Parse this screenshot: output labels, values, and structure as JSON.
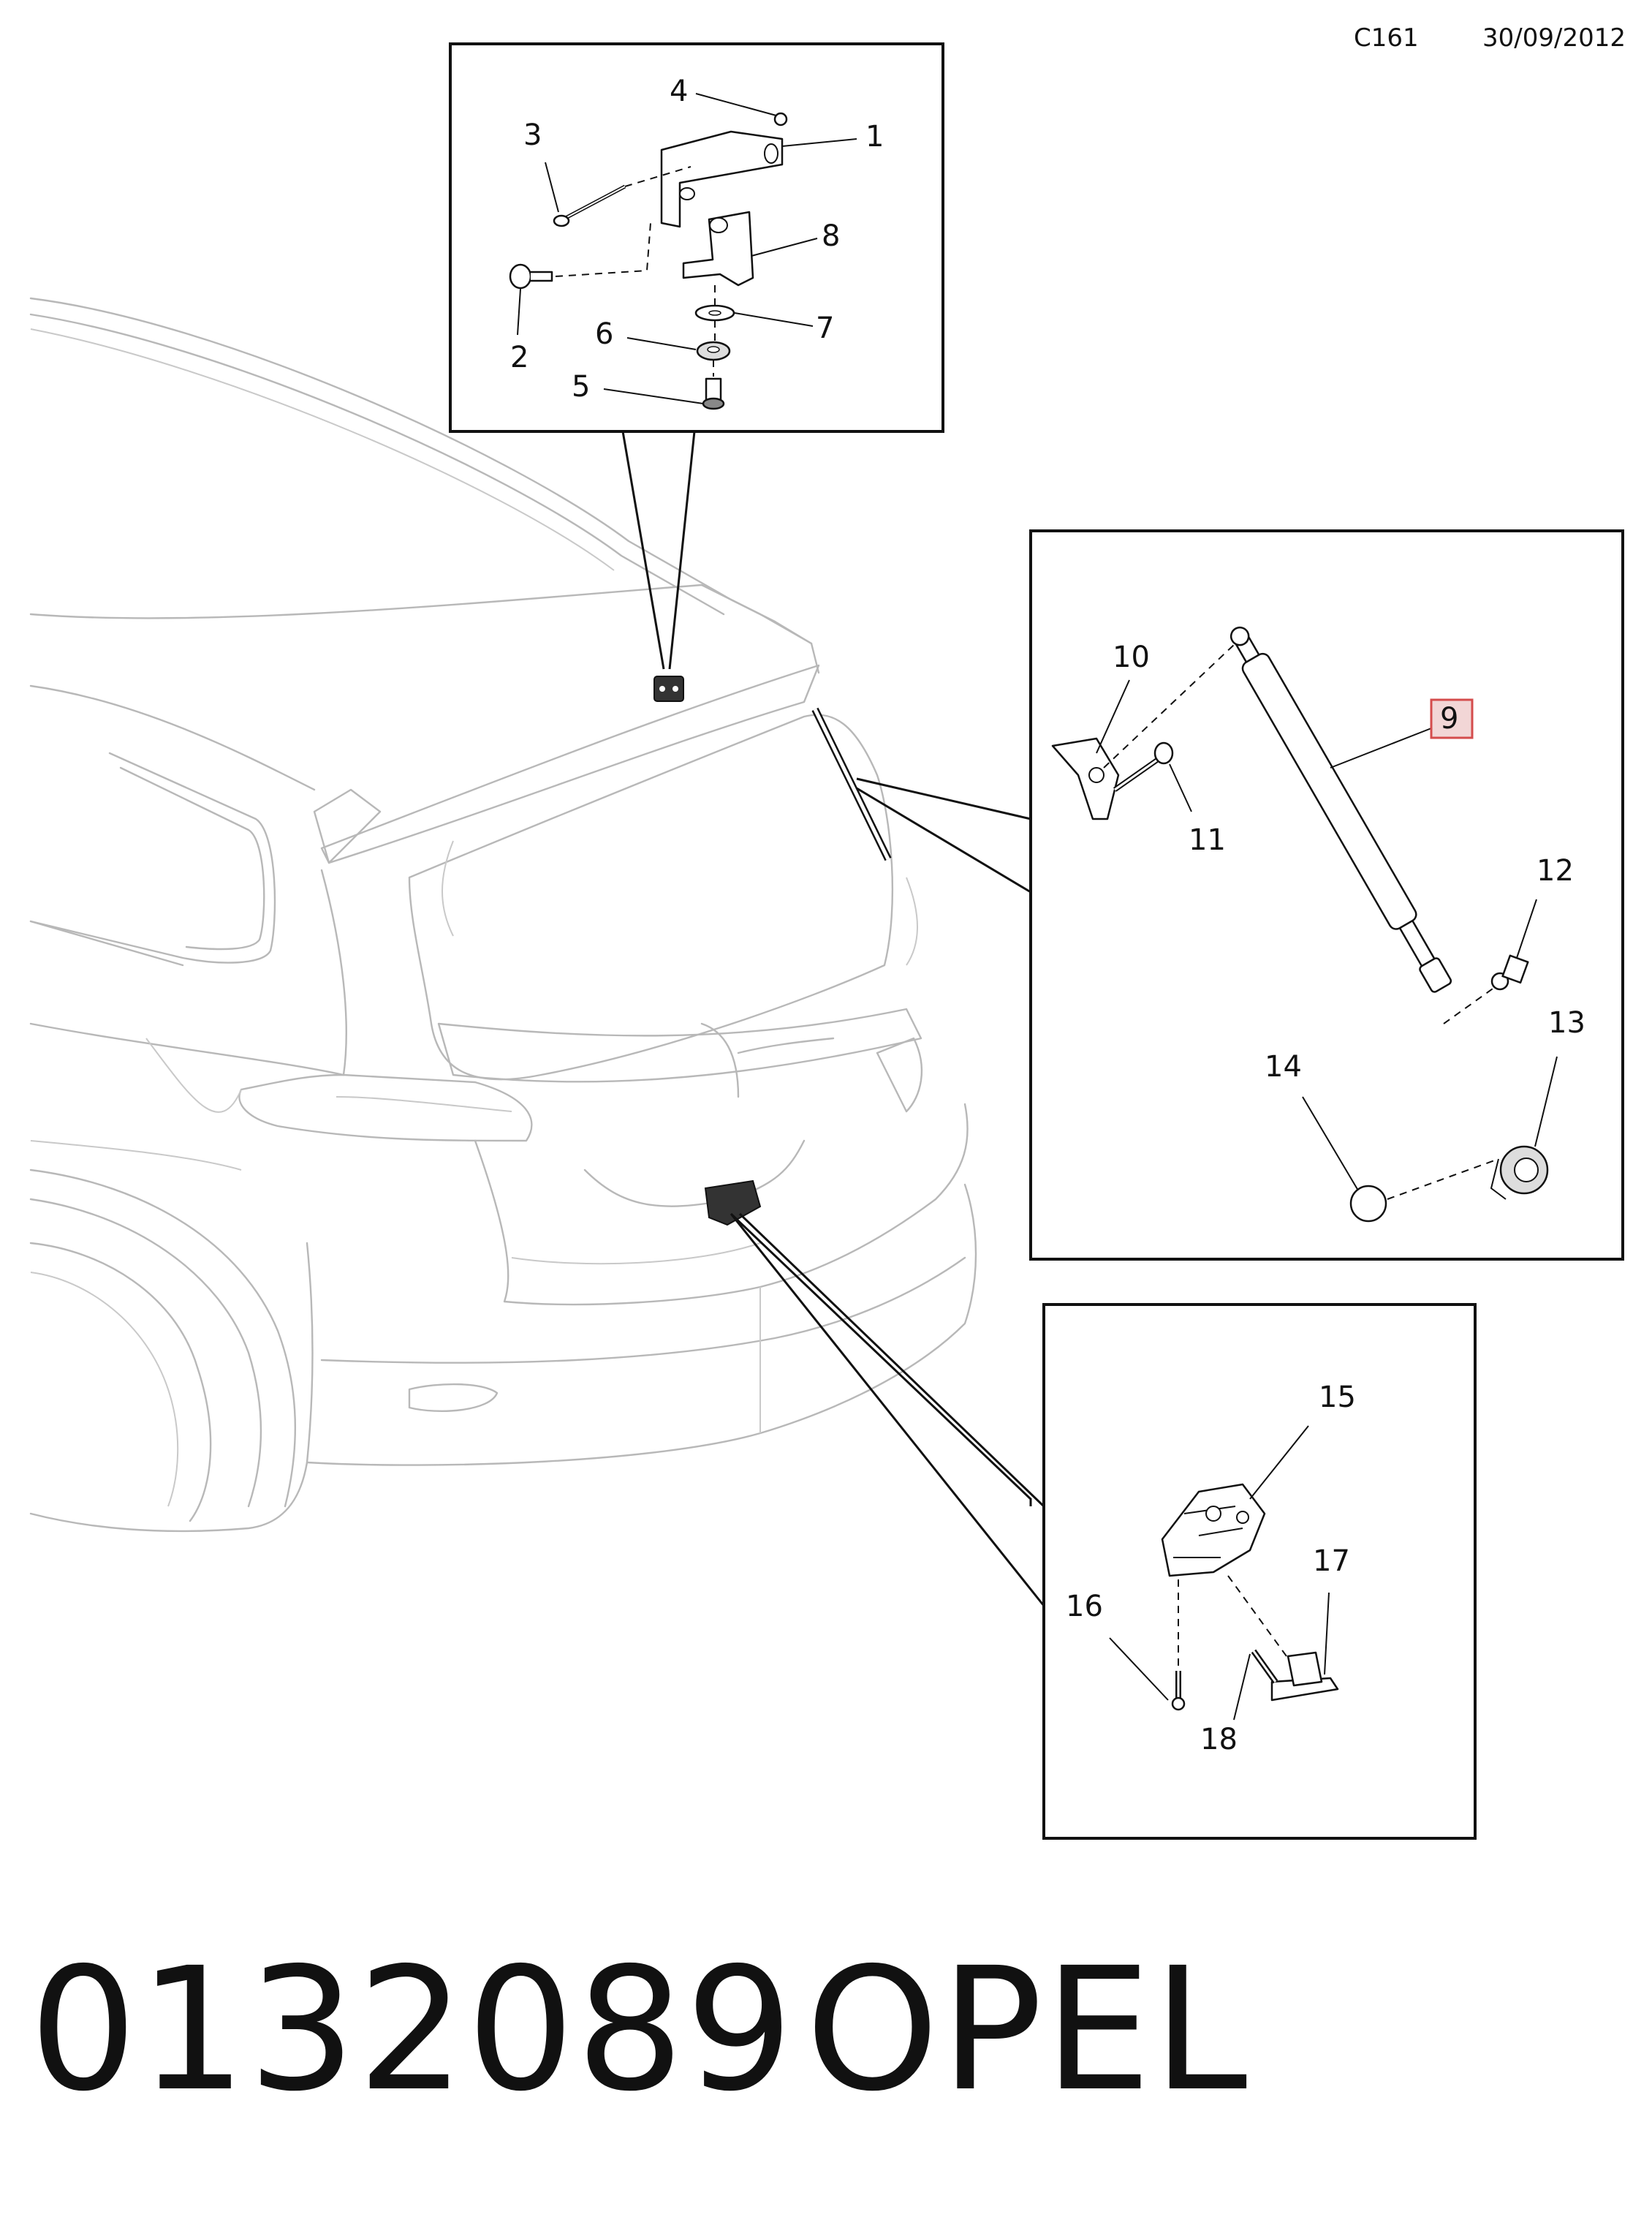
{
  "header": {
    "page_code": "C161",
    "date": "30/09/2012"
  },
  "footer": {
    "part_number": "0132089",
    "brand": "OPEL"
  },
  "callouts": {
    "c1": "1",
    "c2": "2",
    "c3": "3",
    "c4": "4",
    "c5": "5",
    "c6": "6",
    "c7": "7",
    "c8": "8",
    "c9": "9",
    "c10": "10",
    "c11": "11",
    "c12": "12",
    "c13": "13",
    "c14": "14",
    "c15": "15",
    "c16": "16",
    "c17": "17",
    "c18": "18"
  },
  "highlight_color": "#d44c4c"
}
